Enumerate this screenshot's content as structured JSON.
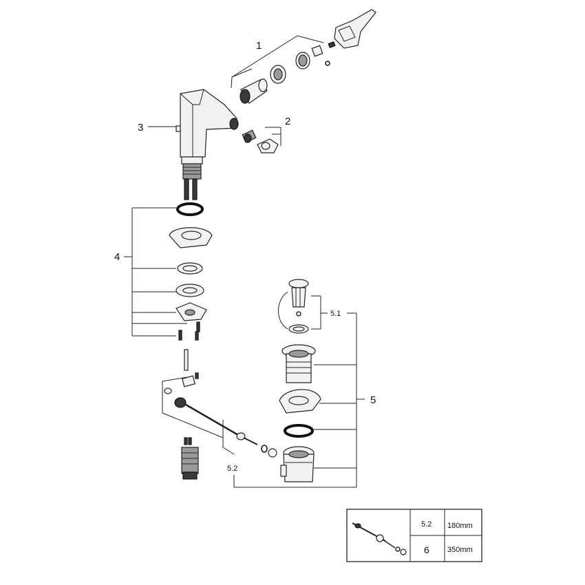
{
  "callouts": {
    "c1": "1",
    "c2": "2",
    "c3": "3",
    "c4": "4",
    "c5": "5",
    "c5_1": "5.1",
    "c5_2": "5.2"
  },
  "table": {
    "rows": [
      {
        "ref": "5.2",
        "length": "180mm"
      },
      {
        "ref": "6",
        "length": "350mm"
      }
    ]
  }
}
